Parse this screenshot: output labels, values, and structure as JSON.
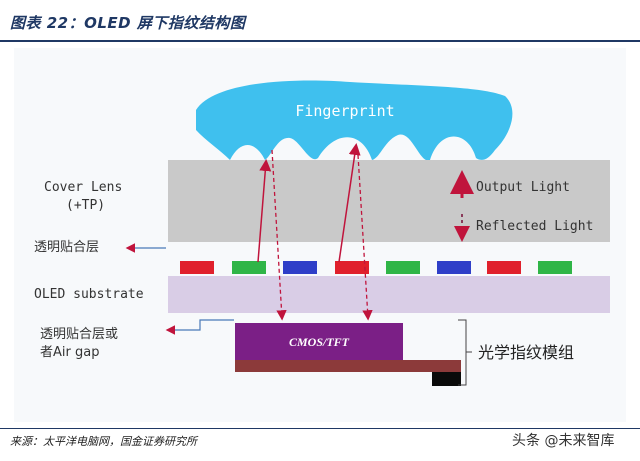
{
  "header": {
    "title": "图表 22：OLED 屏下指纹结构图"
  },
  "diagram": {
    "finger_label": "Fingerprint",
    "cover_lens_label_1": "Cover Lens",
    "cover_lens_label_2": "(+TP)",
    "adhesive_label": "透明贴合层",
    "oled_label": "OLED substrate",
    "adhesive_gap_label_1": "透明贴合层或",
    "adhesive_gap_label_2": "者Air gap",
    "output_light_label": "Output Light",
    "reflected_light_label": "Reflected Light",
    "sensor_label": "CMOS/TFT",
    "module_label": "光学指纹模组",
    "colors": {
      "finger": "#3fc0ee",
      "cover_lens": "#c9c9c9",
      "oled_substrate": "#d9cde6",
      "sensor": "#7b1f86",
      "arrow": "#c0143c",
      "pixel_red": "#e0202c",
      "pixel_green": "#2fb547",
      "pixel_blue": "#2f3fc8"
    }
  },
  "footer": {
    "source": "来源：太平洋电脑网，国金证券研究所",
    "watermark": "头条 @未来智库"
  }
}
